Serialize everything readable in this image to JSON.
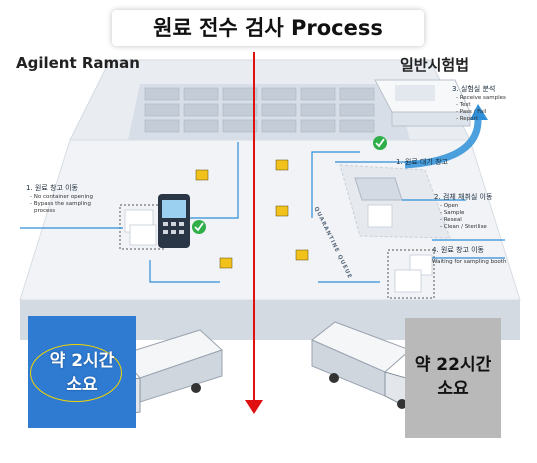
{
  "title": "원료 전수 검사 Process",
  "left": {
    "header": "Agilent Raman",
    "step1_title": "1. 원료 창고 이동",
    "step1_items": [
      "- No container opening",
      "- Bypass the sampling",
      "process"
    ],
    "duration_line1": "약 2시간",
    "duration_line2": "소요"
  },
  "right": {
    "header": "일반시험법",
    "step3_title": "3. 실험실 분석",
    "step3_items": [
      "- Receive samples",
      "- Test",
      "- Pass / Fail",
      "- Report"
    ],
    "step1_title": "1. 원료 대기 창고",
    "step2_title": "2. 검체 채취실  이동",
    "step2_items": [
      "- Open",
      "- Sample",
      "- Reseal",
      "- Clean / Sterilise"
    ],
    "step4_title": "4. 원료 창고 이동",
    "step4_note": "Waiting for sampling booth",
    "queue_label": "QUARANTINE QUEUE",
    "duration_line1": "약 22시간",
    "duration_line2": "소요"
  },
  "colors": {
    "arrow": "#e01010",
    "blue_badge": "#2f7bd2",
    "gray_badge": "#b9b9b9",
    "check": "#2fae4a",
    "flow_line": "#2e8fd8"
  }
}
